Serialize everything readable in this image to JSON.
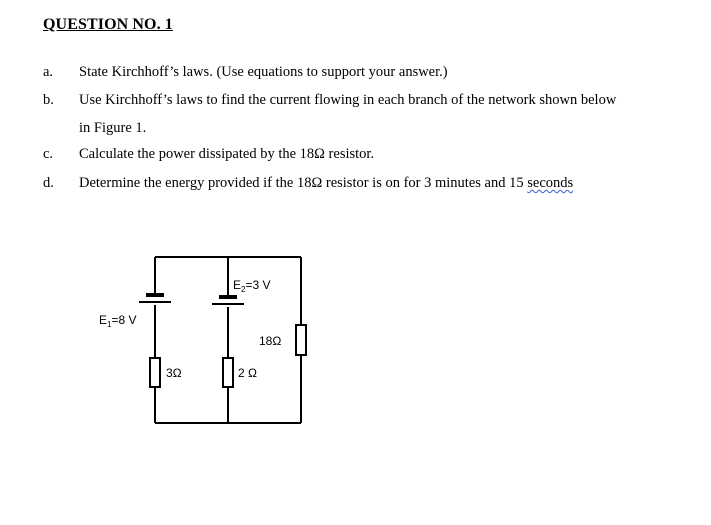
{
  "heading": "QUESTION NO. 1",
  "items": [
    {
      "letter": "a.",
      "lines": [
        "State Kirchhoff’s laws. (Use equations to support your answer.)"
      ]
    },
    {
      "letter": "b.",
      "lines": [
        "Use Kirchhoff’s laws to find the current flowing in each branch of the network shown below",
        "in Figure 1."
      ]
    },
    {
      "letter": "c.",
      "lines": [
        "Calculate the power dissipated by the 18Ω resistor."
      ]
    },
    {
      "letter": "d.",
      "text_before": "Determine the energy provided if the 18Ω resistor is on for 3 minutes and 15 ",
      "text_marked": "seconds"
    }
  ],
  "figure": {
    "e1_label": "E",
    "e1_sub": "1",
    "e1_value": "=8 V",
    "e2_label": "E",
    "e2_sub": "2",
    "e2_value": "=3 V",
    "r1_label": "3Ω",
    "r2_label": "2 Ω",
    "r3_label": "18Ω"
  }
}
